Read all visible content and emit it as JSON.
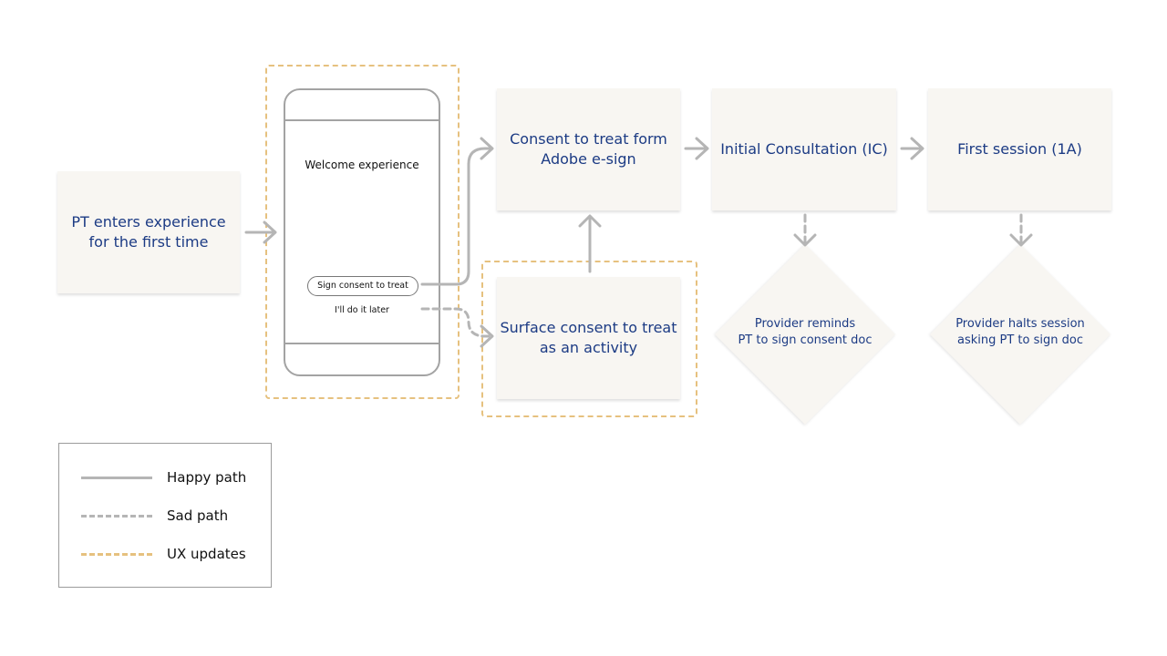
{
  "nodes": {
    "pt_enters": "PT enters experience\nfor the first time",
    "consent_form": "Consent to treat form\nAdobe e-sign",
    "initial_consult": "Initial Consultation (IC)",
    "first_session": "First session (1A)",
    "surface_activity": "Surface consent to treat\nas an activity",
    "provider_reminds": "Provider reminds\nPT to sign consent doc",
    "provider_halts": "Provider halts session\nasking PT to sign doc"
  },
  "phone": {
    "title": "Welcome experience",
    "sign_button": "Sign consent to treat",
    "later_link": "I'll do it later"
  },
  "legend": {
    "items": [
      {
        "label": "Happy path",
        "style": "solid",
        "color": "#b5b5b5"
      },
      {
        "label": "Sad path",
        "style": "dashed",
        "color": "#b5b5b5"
      },
      {
        "label": "UX updates",
        "style": "dashed",
        "color": "#e6c17f"
      }
    ]
  },
  "colors": {
    "box_fill": "#f8f6f2",
    "text": "#1c3b84",
    "connector": "#b5b5b5",
    "ux_highlight": "#e6c17f"
  }
}
